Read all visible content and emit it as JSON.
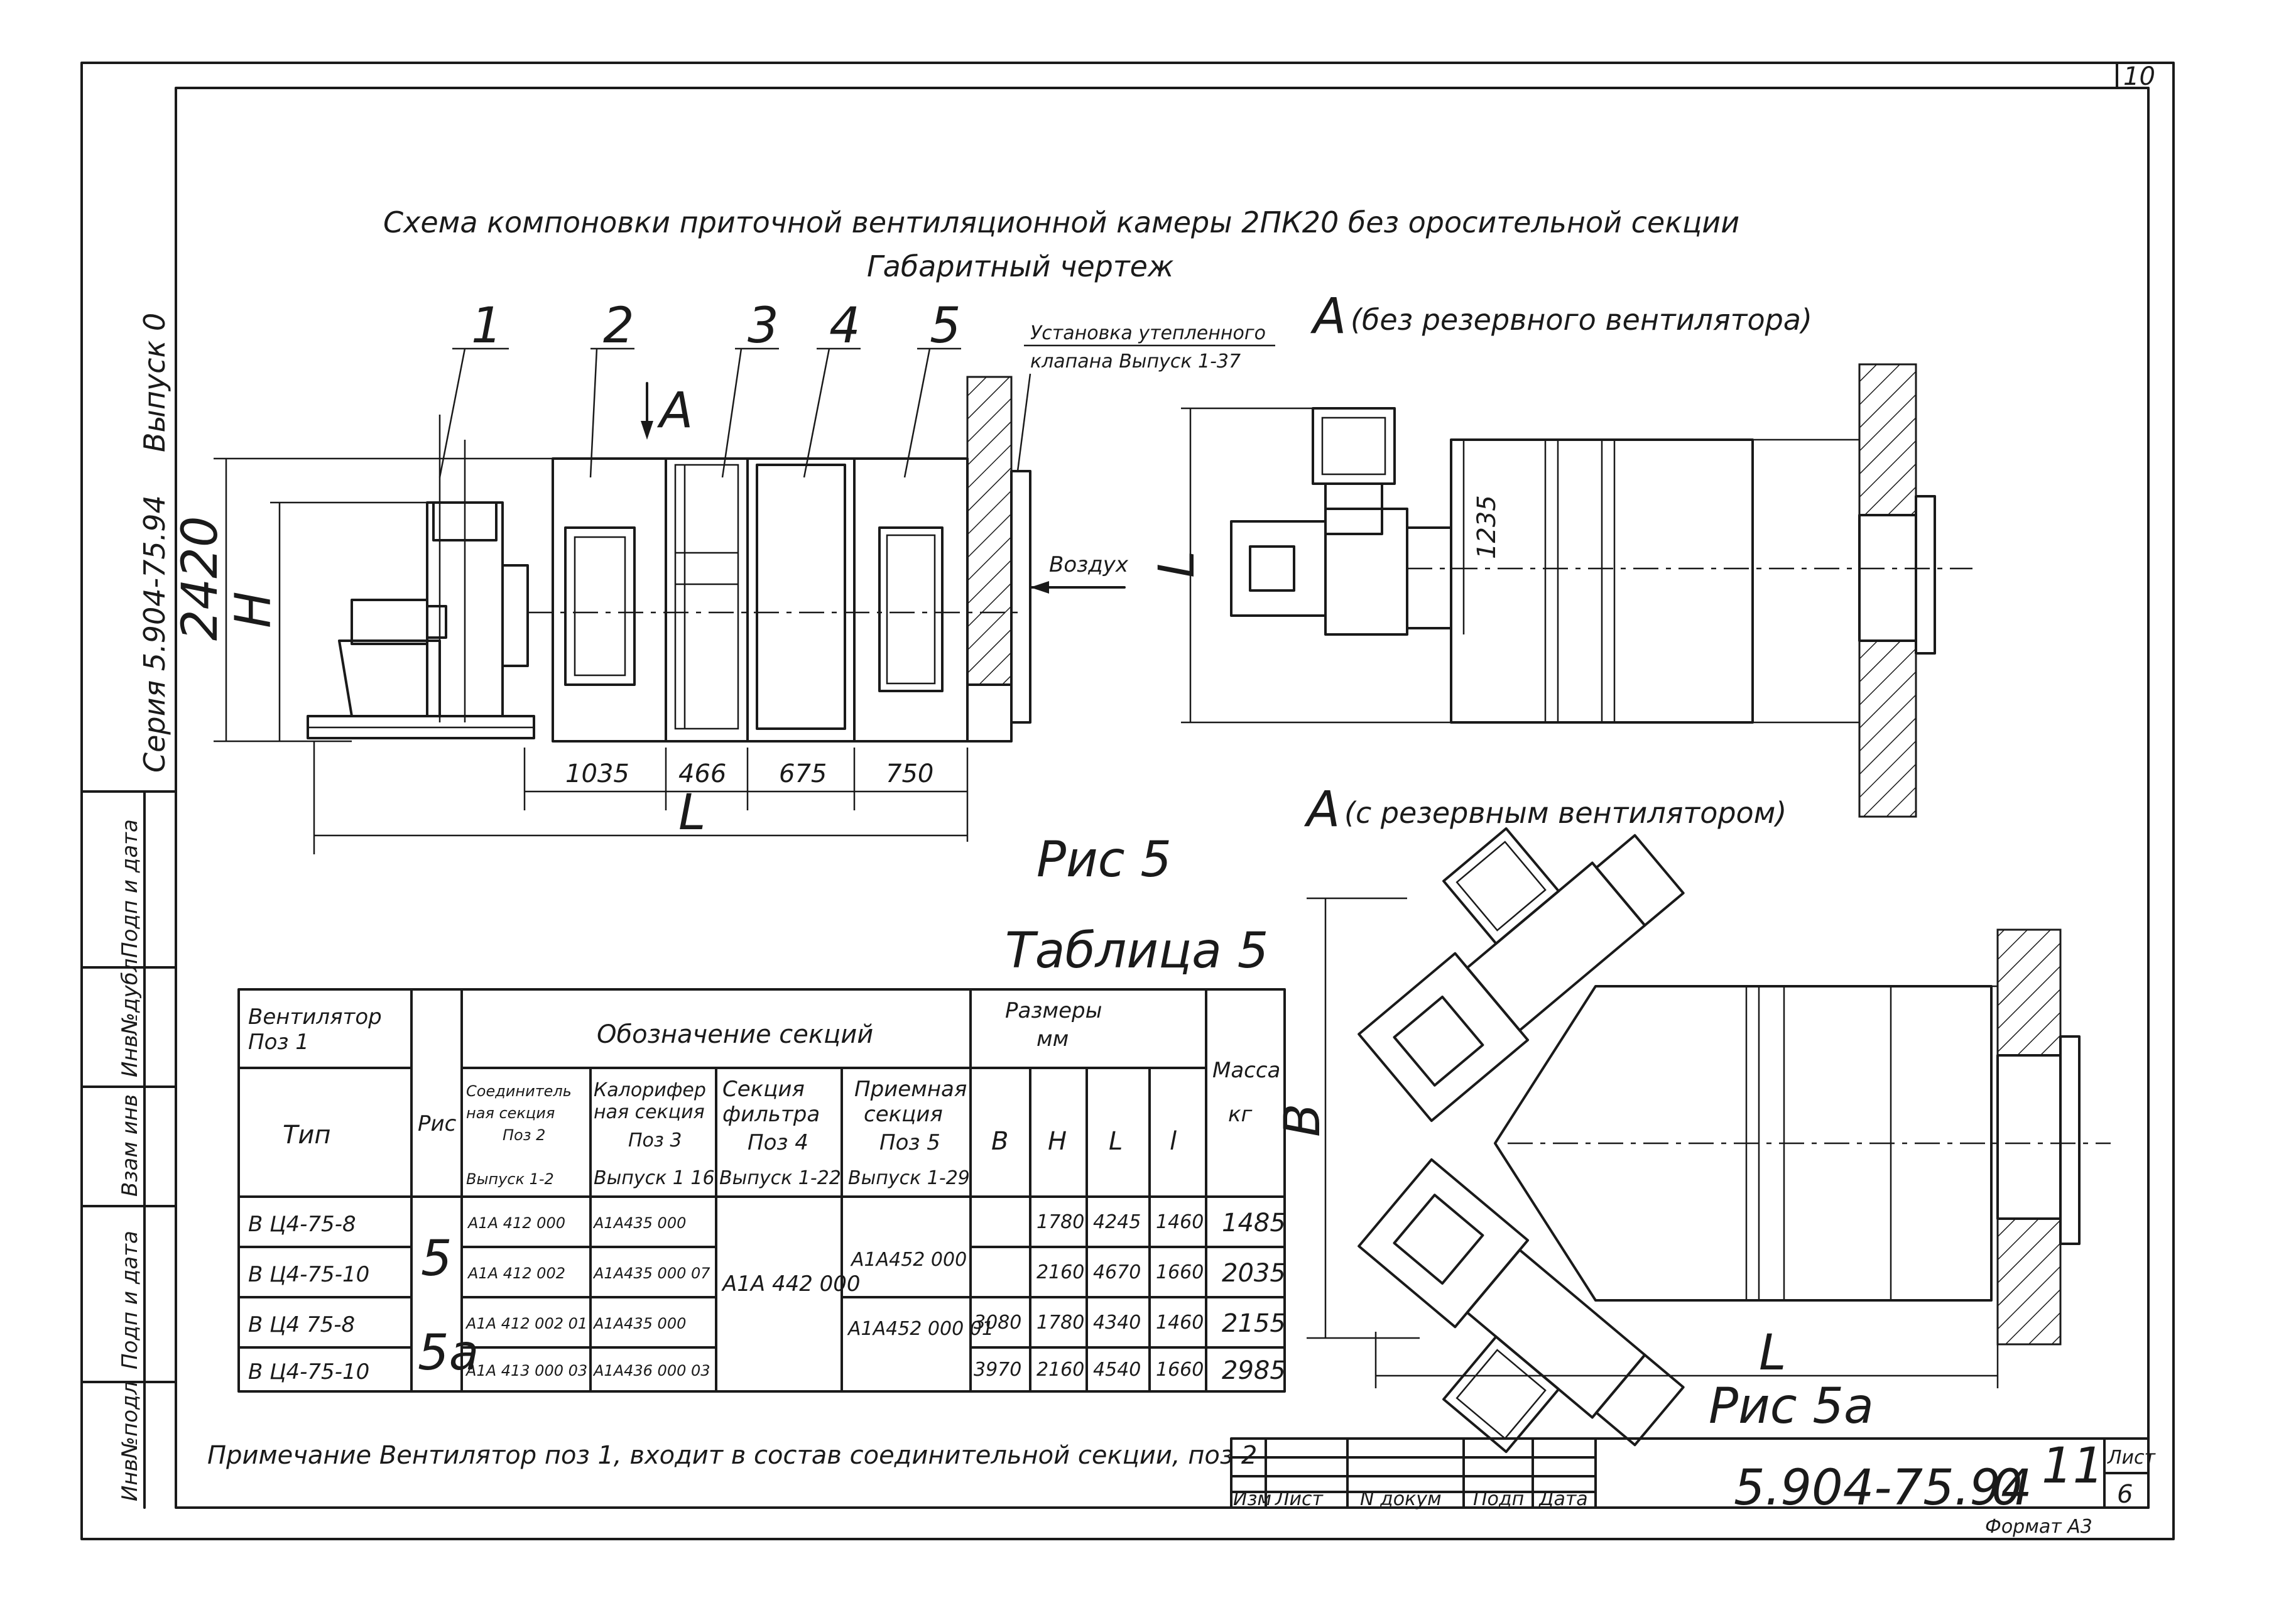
{
  "sheet": {
    "sheet_number": "10",
    "title": "Схема компоновки приточной вентиляционной камеры 2ПК20 без оросительной секции",
    "subtitle": "Габаритный чертеж",
    "side_series": "Серия 5.904-75.94",
    "side_issue": "Выпуск 0",
    "left_strip_labels": [
      "Инв№подл",
      "Подп и дата",
      "Взам инв",
      "Инв№дубл",
      "Подп и дата"
    ]
  },
  "fig5": {
    "caption": "Рис 5",
    "positions": [
      "1",
      "2",
      "3",
      "4",
      "5"
    ],
    "view_label": "A",
    "callout": "Установка утепленного клапана Выпуск 1-37",
    "air_label": "Воздух",
    "height_dim": "2420",
    "h_label": "H",
    "dims": [
      "1035",
      "466",
      "675",
      "750"
    ],
    "length_label": "L"
  },
  "viewA1": {
    "letter": "A",
    "title": "(без резервного вентилятора)",
    "dim_1235": "1235",
    "dim_label": "L"
  },
  "viewA2": {
    "letter": "A",
    "title": "(с резервным вентилятором)",
    "b_label": "В",
    "l_label": "L",
    "caption": "Рис 5а"
  },
  "table": {
    "caption": "Таблица 5",
    "h_fan": "Вентилятор Поз 1",
    "h_type": "Тип",
    "h_fig": "Рис",
    "h_sections": "Обозначение секций",
    "h_sizes": "Размеры мм",
    "h_mass": "Масса кг",
    "sub": [
      {
        "l1": "Соединитель",
        "l2": "ная секция",
        "l3": "Поз 2",
        "l4": "Выпуск 1-2"
      },
      {
        "l1": "Калорифер",
        "l2": "ная секция",
        "l3": "Поз 3",
        "l4": "Выпуск 1 16"
      },
      {
        "l1": "Секция",
        "l2": "фильтра",
        "l3": "Поз 4",
        "l4": "Выпуск 1-22"
      },
      {
        "l1": "Приемная",
        "l2": "секция",
        "l3": "Поз 5",
        "l4": "Выпуск 1-29"
      }
    ],
    "size_heads": [
      "В",
      "H",
      "L",
      "l"
    ],
    "fig_values": [
      "5",
      "5а"
    ],
    "filter_value": "А1А 442 000",
    "receiver_values": [
      "А1А452 000",
      "А1А452 000 01"
    ],
    "rows": [
      {
        "type": "В Ц4-75-8",
        "conn": "А1А 412 000",
        "heater": "А1А435 000",
        "b": "",
        "h": "1780",
        "L": "4245",
        "l": "1460",
        "mass": "1485"
      },
      {
        "type": "В Ц4-75-10",
        "conn": "А1А 412 002",
        "heater": "А1А435 000 07",
        "b": "—",
        "h": "2160",
        "L": "4670",
        "l": "1660",
        "mass": "2035"
      },
      {
        "type": "В Ц4 75-8",
        "conn": "А1А 412 002 01",
        "heater": "А1А435 000",
        "b": "3080",
        "h": "1780",
        "L": "4340",
        "l": "1460",
        "mass": "2155"
      },
      {
        "type": "В Ц4-75-10",
        "conn": "А1А 413 000 03",
        "heater": "А1А436 000 03",
        "b": "3970",
        "h": "2160",
        "L": "4540",
        "l": "1660",
        "mass": "2985"
      }
    ]
  },
  "note": "Примечание Вентилятор поз 1, входит в состав соединительной секции, поз 2",
  "stamp": {
    "cols": [
      "Изм",
      "Лист",
      "N докум",
      "Подп",
      "Дата"
    ],
    "code": "5.904-75.94",
    "issue": "0",
    "handwritten_sheet": "11",
    "sheet_label": "Лист",
    "sheet_value": "6",
    "format": "Формат А3"
  }
}
